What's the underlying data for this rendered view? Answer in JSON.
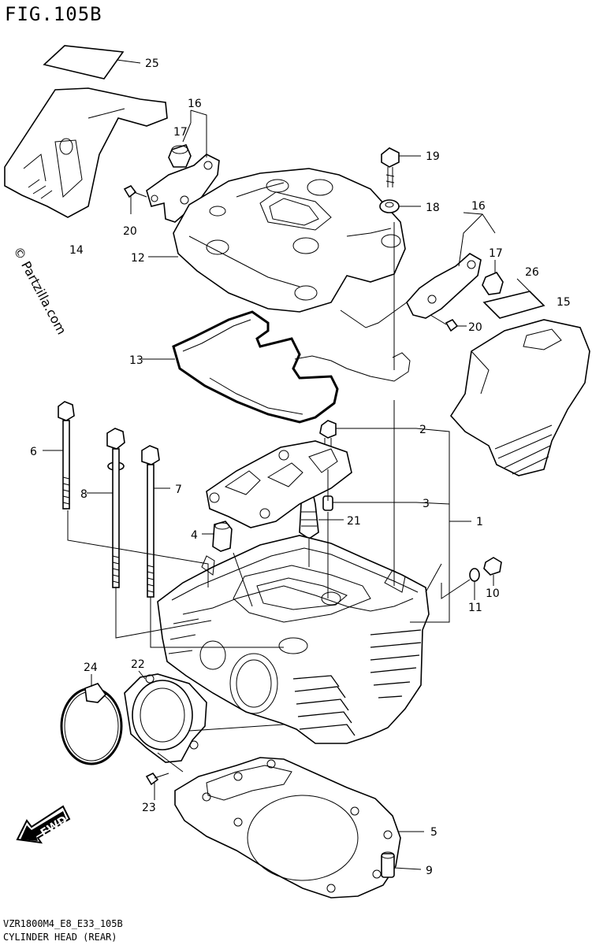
{
  "figure": {
    "title": "FIG.105B",
    "code": "VZR1800M4_E8_E33_105B",
    "subtitle": "CYLINDER HEAD (REAR)",
    "watermark": "© Partzilla.com",
    "fwd_label": "FWD"
  },
  "callouts": {
    "c1": "1",
    "c2": "2",
    "c3": "3",
    "c4": "4",
    "c5": "5",
    "c6": "6",
    "c7": "7",
    "c8": "8",
    "c9": "9",
    "c10": "10",
    "c11": "11",
    "c12": "12",
    "c13": "13",
    "c14": "14",
    "c15": "15",
    "c16a": "16",
    "c16b": "16",
    "c17a": "17",
    "c17b": "17",
    "c18": "18",
    "c19": "19",
    "c20a": "20",
    "c20b": "20",
    "c21": "21",
    "c22": "22",
    "c23": "23",
    "c24": "24",
    "c25": "25",
    "c26": "26"
  }
}
